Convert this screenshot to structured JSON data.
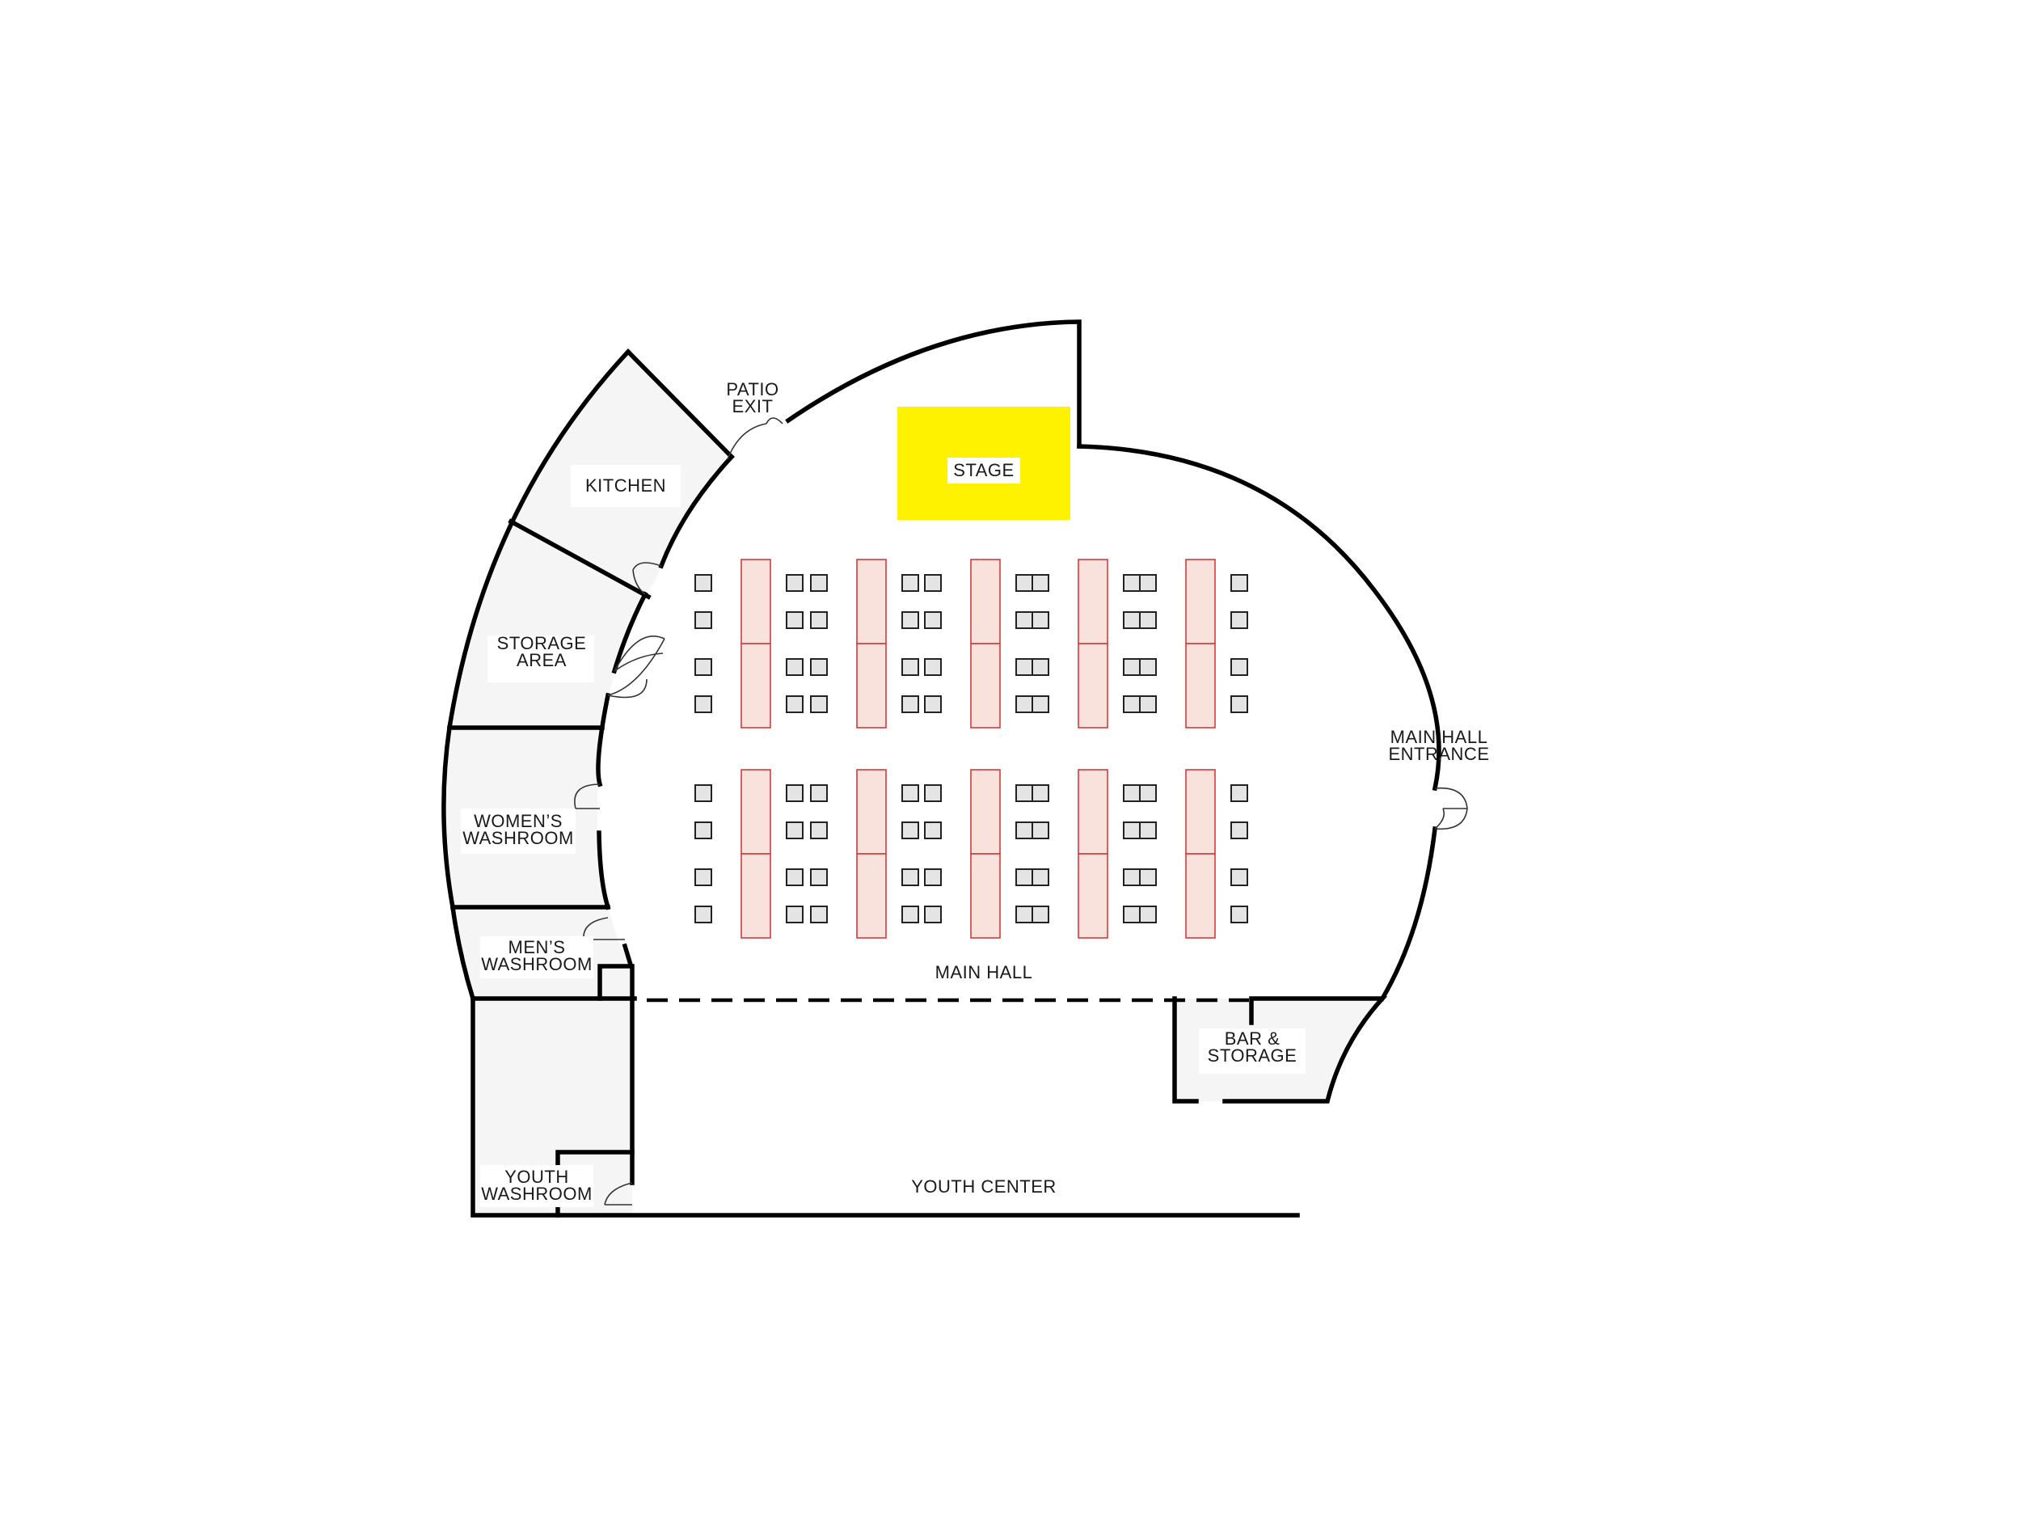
{
  "colors": {
    "wall": "#000000",
    "room_fill": "#f5f5f5",
    "stage": "#fff200",
    "table_fill": "#f9e1dc",
    "table_stroke": "#d23c3c",
    "chair_fill": "#e4e4e4"
  },
  "rooms": {
    "kitchen": "KITCHEN",
    "storage_area": [
      "STORAGE",
      "AREA"
    ],
    "womens_washroom": [
      "WOMEN’S",
      "WASHROOM"
    ],
    "mens_washroom": [
      "MEN’S",
      "WASHROOM"
    ],
    "youth_washroom": [
      "YOUTH",
      "WASHROOM"
    ],
    "patio_exit": [
      "PATIO",
      "EXIT"
    ],
    "stage": "STAGE",
    "main_hall": "MAIN HALL",
    "main_hall_entrance": [
      "MAIN HALL",
      "ENTRANCE"
    ],
    "bar_storage": [
      "BAR &",
      "STORAGE"
    ],
    "youth_center": "YOUTH CENTER"
  },
  "seating": {
    "columns": 5,
    "rows": 2,
    "tables_per_group": 2,
    "chairs_per_group": 16
  }
}
